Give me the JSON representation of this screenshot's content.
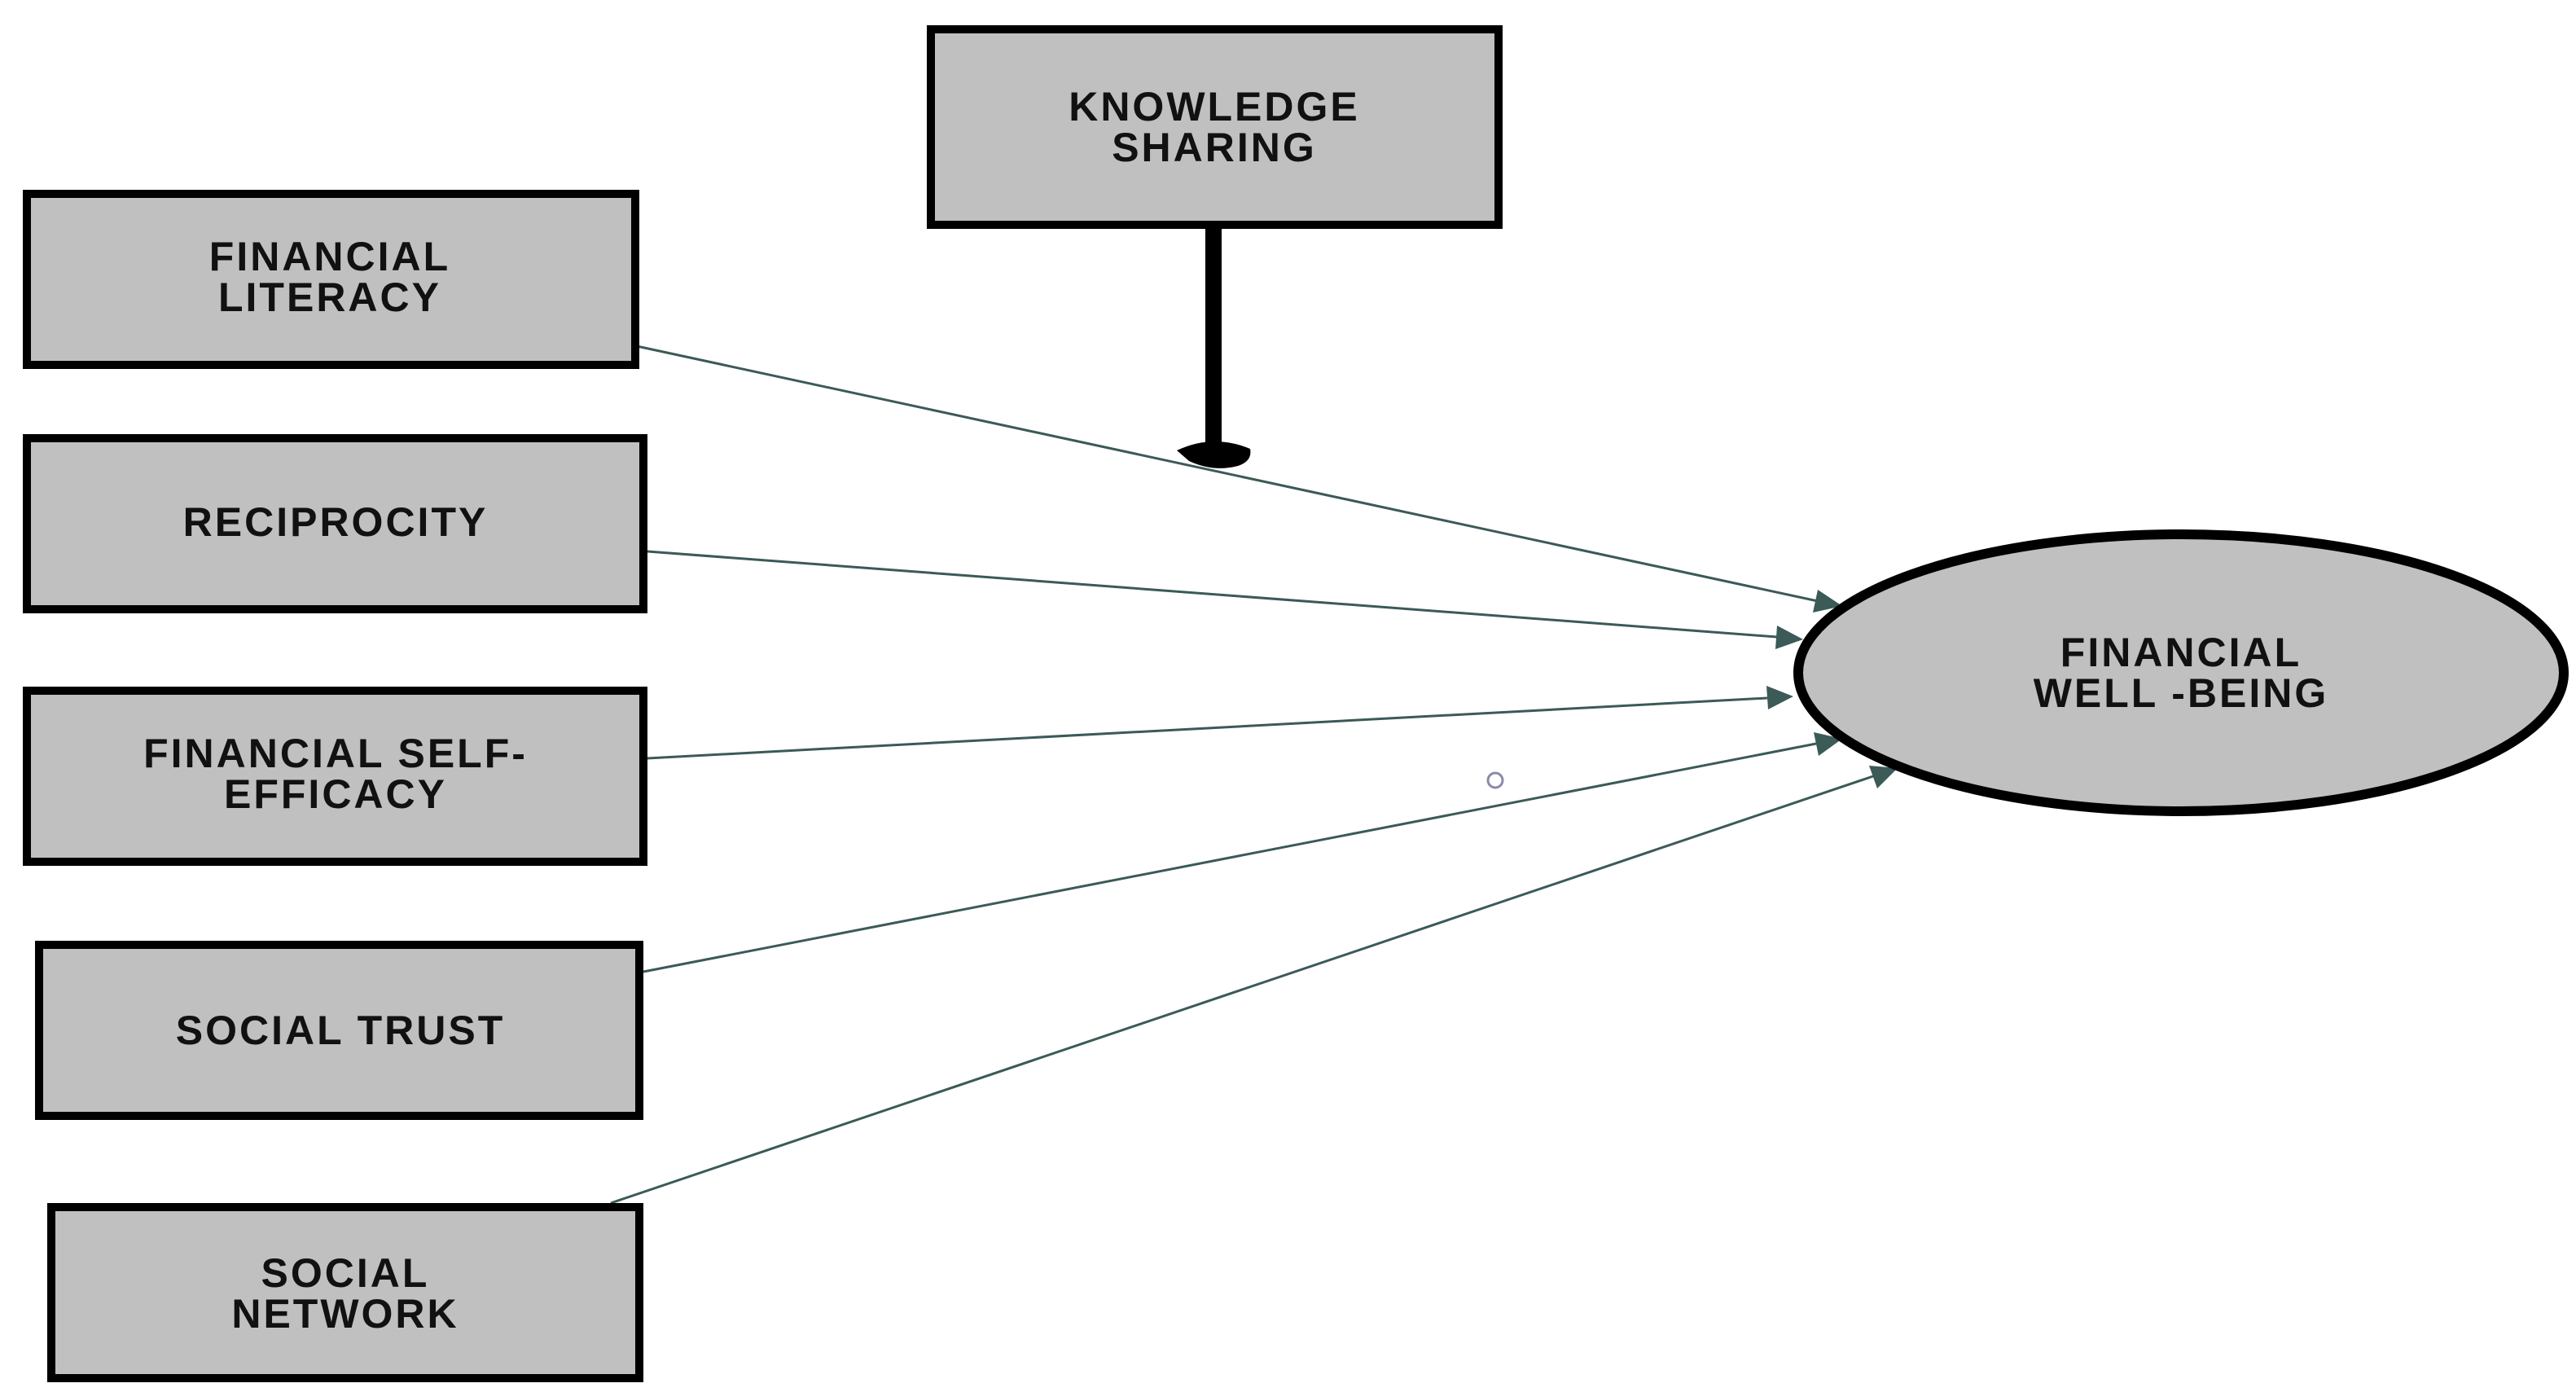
{
  "colors": {
    "box_fill": "#c0c0c0",
    "box_stroke": "#000000",
    "arrow_color": "#3b5a58",
    "moderator_color": "#000000",
    "background": "#ffffff"
  },
  "moderator": {
    "line1": "KNOWLEDGE",
    "line2": "SHARING"
  },
  "predictors": [
    {
      "line1": "FINANCIAL",
      "line2": "LITERACY"
    },
    {
      "line1": "RECIPROCITY",
      "line2": ""
    },
    {
      "line1": "FINANCIAL SELF-",
      "line2": "EFFICACY"
    },
    {
      "line1": "SOCIAL TRUST",
      "line2": ""
    },
    {
      "line1": "SOCIAL",
      "line2": "NETWORK"
    }
  ],
  "outcome": {
    "line1": "FINANCIAL",
    "line2": "WELL -BEING"
  }
}
